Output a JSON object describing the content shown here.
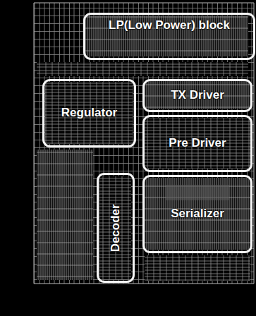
{
  "diagram": {
    "nodes": [
      {
        "text": [
          "LP(Low Power) block"
        ]
      },
      {
        "text": [
          "Regulator"
        ]
      },
      {
        "text": [
          "TX Driver"
        ]
      },
      {
        "text": [
          "Pre Driver"
        ]
      },
      {
        "text": [
          "Decoder"
        ]
      },
      {
        "text": [
          "Serializer"
        ]
      }
    ]
  }
}
